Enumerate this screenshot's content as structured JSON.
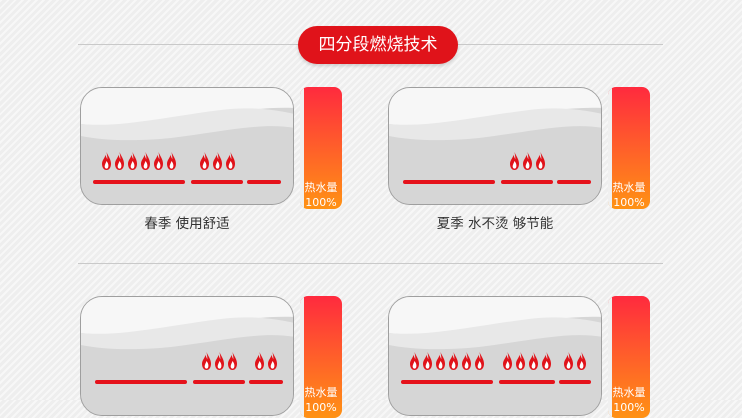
{
  "title": "四分段燃烧技术",
  "gauge": {
    "label": "热水量",
    "percent": "100%"
  },
  "cards": [
    {
      "caption": "春季 使用舒适",
      "groups": [
        {
          "flames": 6
        },
        {
          "flames": 3
        },
        {
          "flames": 0
        }
      ]
    },
    {
      "caption": "夏季 水不烫 够节能",
      "groups": [
        {
          "flames": 0
        },
        {
          "flames": 3
        },
        {
          "flames": 0
        }
      ]
    },
    {
      "caption": "",
      "groups": [
        {
          "flames": 0
        },
        {
          "flames": 3
        },
        {
          "flames": 2
        }
      ]
    },
    {
      "caption": "",
      "groups": [
        {
          "flames": 6
        },
        {
          "flames": 4
        },
        {
          "flames": 2
        }
      ]
    }
  ],
  "colors": {
    "accent": "#e0131a",
    "gauge_top": "#ff2a3e",
    "gauge_bottom": "#ff9214"
  }
}
